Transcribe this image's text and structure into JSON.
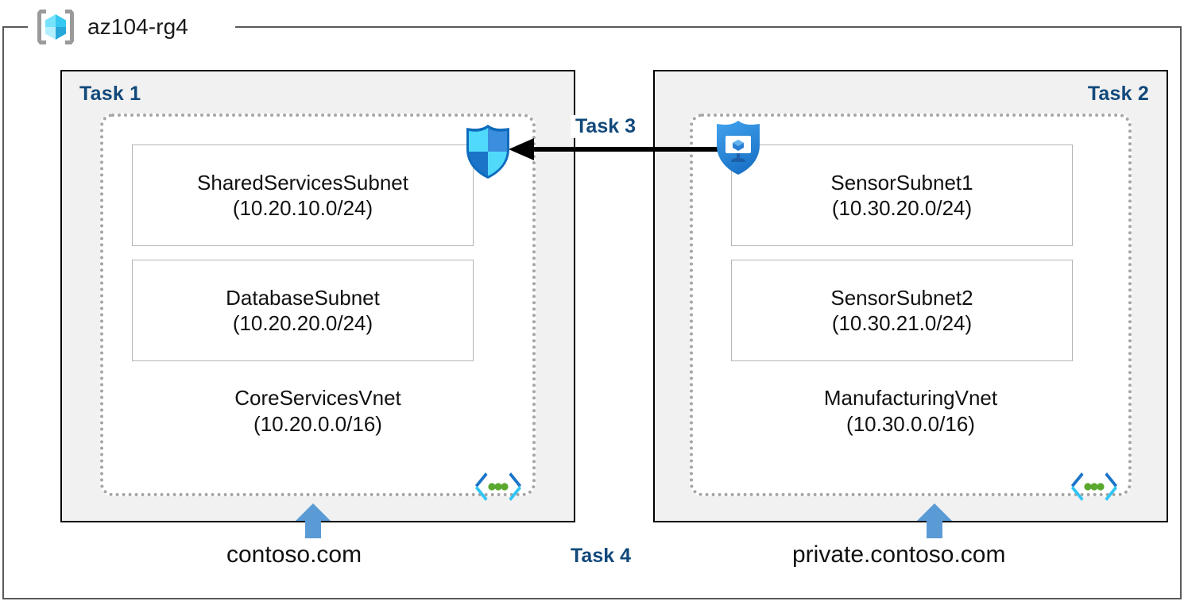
{
  "resource_group": {
    "name": "az104-rg4",
    "icon": "resource-group-cube-icon"
  },
  "tasks": {
    "task1_label": "Task 1",
    "task2_label": "Task 2",
    "task3_label": "Task 3",
    "task4_label": "Task 4"
  },
  "vnets": [
    {
      "id": "core-services",
      "name": "CoreServicesVnet",
      "cidr": "(10.20.0.0/16)",
      "icon": "vnet-icon",
      "subnets": [
        {
          "name": "SharedServicesSubnet",
          "cidr": "(10.20.10.0/24)"
        },
        {
          "name": "DatabaseSubnet",
          "cidr": "(10.20.20.0/24)"
        }
      ],
      "dns": {
        "label": "contoso.com",
        "arrow": "up-arrow-icon"
      }
    },
    {
      "id": "manufacturing",
      "name": "ManufacturingVnet",
      "cidr": "(10.30.0.0/16)",
      "icon": "vnet-icon",
      "subnets": [
        {
          "name": "SensorSubnet1",
          "cidr": "(10.30.20.0/24)"
        },
        {
          "name": "SensorSubnet2",
          "cidr": "(10.30.21.0/24)"
        }
      ],
      "dns": {
        "label": "private.contoso.com",
        "arrow": "up-arrow-icon"
      }
    }
  ],
  "icons": {
    "nsg_shield": "network-security-group-shield-icon",
    "vm_shield": "virtual-machine-shield-icon",
    "peering_arrow": "peering-arrow-left-icon"
  },
  "colors": {
    "task_label": "#12497b",
    "task_box_fill": "#f1f1f1",
    "task_box_border": "#000000",
    "vnet_dotted_border": "#a6a6a6",
    "subnet_border": "#b4b4b4",
    "outer_border": "#5a5a5a",
    "dns_arrow": "#5b9bd5",
    "vnet_icon_cyan": "#32c5f4",
    "vnet_icon_blue": "#0f6cbd",
    "vnet_icon_green": "#5aa82e",
    "shield_blue": "#1b87e0",
    "shield_cyan": "#50d9fb"
  }
}
